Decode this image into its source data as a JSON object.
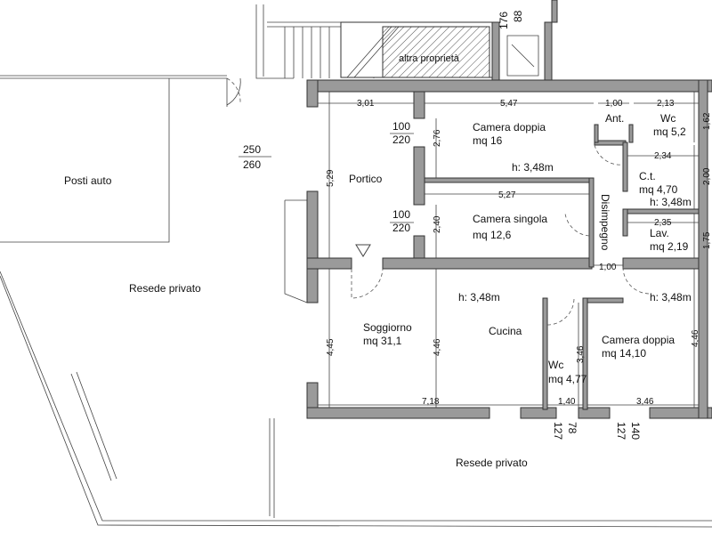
{
  "rooms": {
    "posti_auto": "Posti auto",
    "resede_left": "Resede privato",
    "resede_bottom": "Resede privato",
    "altra": "altra proprietà",
    "portico": "Portico",
    "camera_doppia_1": {
      "name": "Camera doppia",
      "area": "mq 16",
      "height": "h: 3,48m"
    },
    "camera_singola": {
      "name": "Camera singola",
      "area": "mq 12,6"
    },
    "ant": "Ant.",
    "wc1": {
      "name": "Wc",
      "area": "mq 5,2"
    },
    "ct": {
      "name": "C.t.",
      "area": "mq 4,70",
      "height": "h: 3,48m"
    },
    "lav": {
      "name": "Lav.",
      "area": "mq 2,19"
    },
    "disimpegno": "Disimpegno",
    "soggiorno": {
      "name": "Soggiorno",
      "area": "mq 31,1"
    },
    "cucina": {
      "name": "Cucina",
      "height": "h: 3,48m"
    },
    "wc2": {
      "name": "Wc",
      "area": "mq 4,77"
    },
    "camera_doppia_2": {
      "name": "Camera doppia",
      "area": "mq 14,10",
      "height": "h: 3,48m"
    }
  },
  "dimensions": {
    "d301": "3,01",
    "d547": "5,47",
    "d100a": "1,00",
    "d213": "2,13",
    "d162": "1,62",
    "d234": "2,34",
    "d200": "2,00",
    "d235": "2,35",
    "d175": "1,75",
    "d100b": "1,00",
    "d527": "5,27",
    "d276": "2,76",
    "d240": "2,40",
    "d529": "5,29",
    "d445": "4,45",
    "d446a": "4,46",
    "d446b": "4,46",
    "d346": "3,46",
    "d718": "7,18",
    "d140": "1,40",
    "d346b": "3,46",
    "door1a": "100",
    "door1b": "220",
    "door2a": "100",
    "door2b": "220",
    "gate_a": "250",
    "gate_b": "260",
    "top_a": "88",
    "top_b": "176",
    "win1a": "127",
    "win1b": "78",
    "win2a": "127",
    "win2b": "140"
  }
}
